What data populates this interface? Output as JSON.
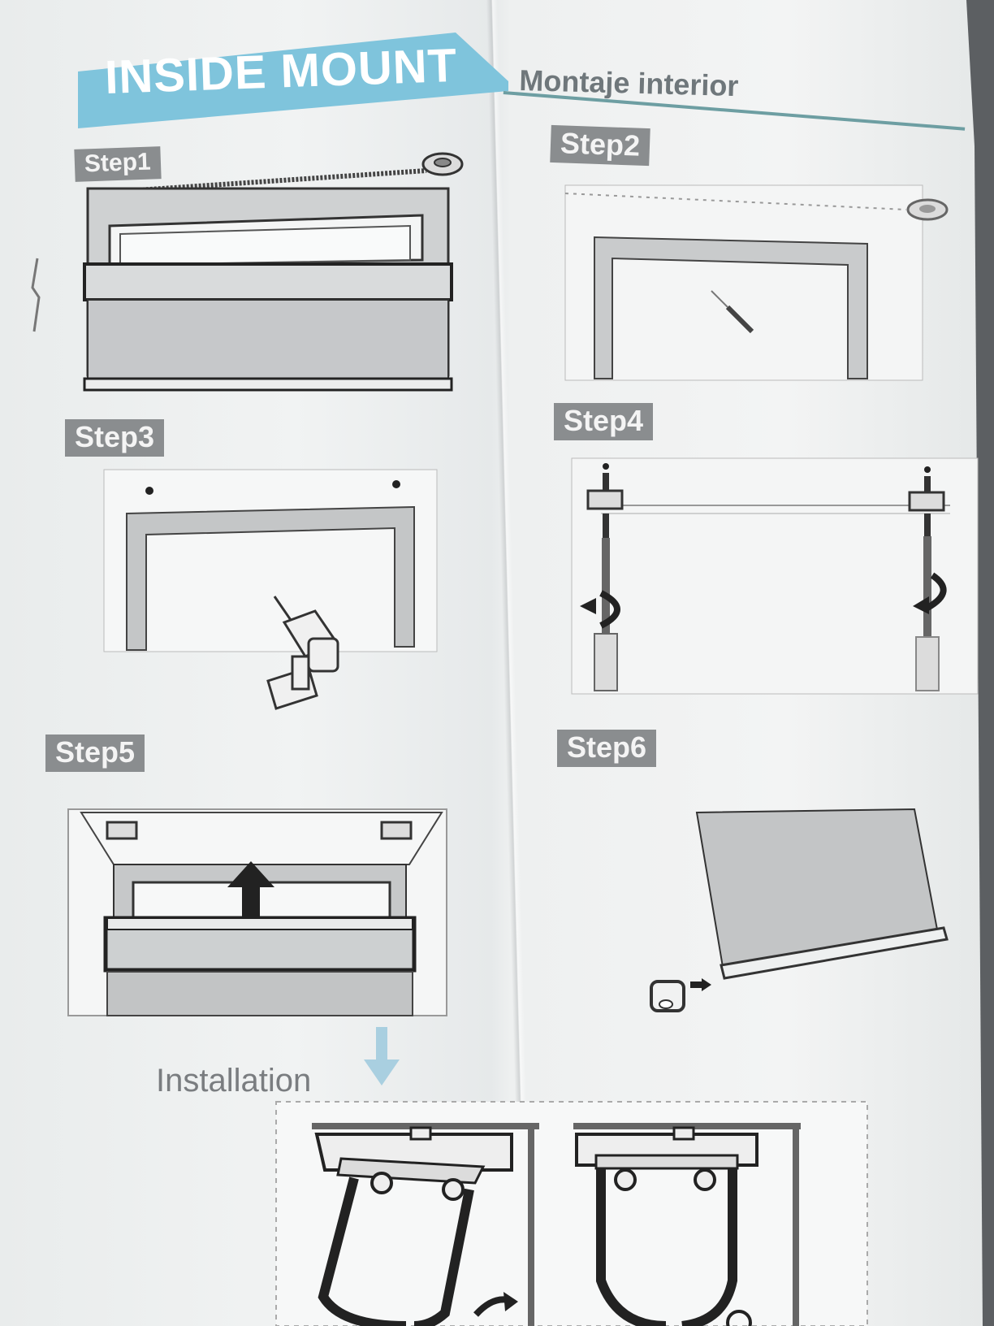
{
  "header": {
    "title": "INSIDE MOUNT",
    "subtitle": "Montaje interior"
  },
  "steps": [
    {
      "label": "Step1"
    },
    {
      "label": "Step2"
    },
    {
      "label": "Step3"
    },
    {
      "label": "Step4"
    },
    {
      "label": "Step5"
    },
    {
      "label": "Step6"
    }
  ],
  "installation": {
    "label": "Installation"
  },
  "colors": {
    "banner": "#7fc4dc",
    "step_label_bg": "#8a8d8f",
    "accent_line": "#6d9ea2",
    "paper": "#f1f3f3"
  }
}
